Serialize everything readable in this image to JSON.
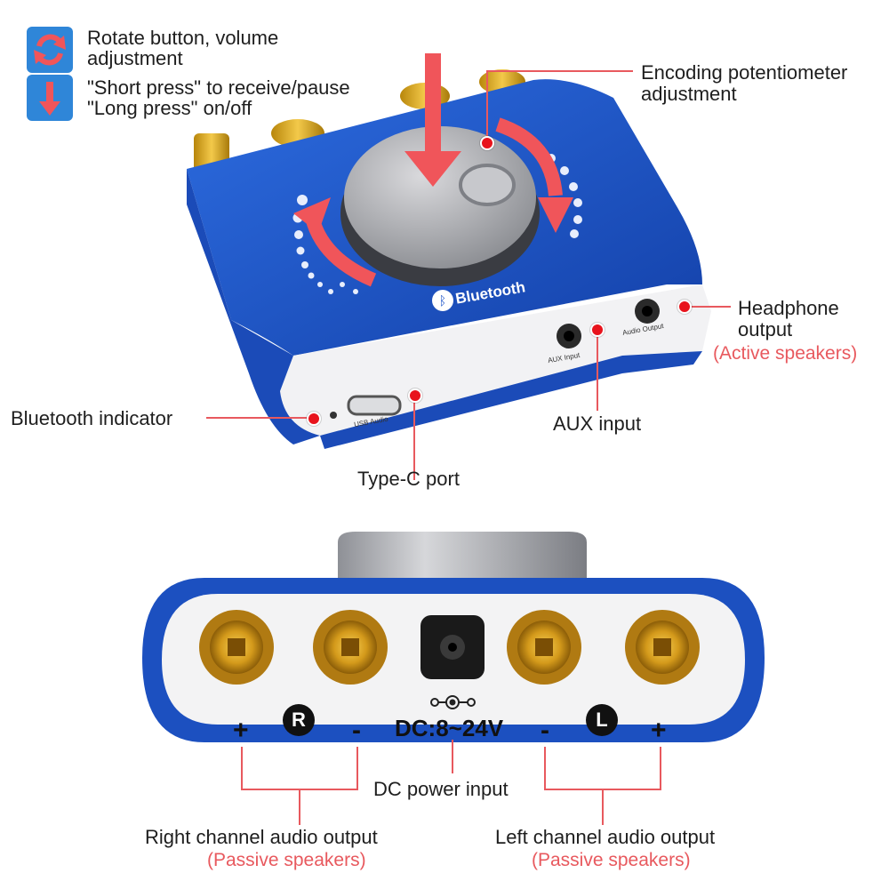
{
  "legend": [
    {
      "icon": "rotate-arrows-icon",
      "line1": "Rotate button, volume",
      "line2": "adjustment"
    },
    {
      "icon": "down-arrow-icon",
      "line1": "\"Short press\" to receive/pause",
      "line2": "\"Long press\" on/off"
    }
  ],
  "device_top": {
    "brand_text": "Bluetooth",
    "usb_label": "USB Audio",
    "aux_label": "AUX Input",
    "audio_out_label": "Audio Output"
  },
  "callouts_top": {
    "encoder": {
      "line1": "Encoding potentiometer",
      "line2": "adjustment"
    },
    "headphone": {
      "line1": "Headphone",
      "line2": "output",
      "note": "(Active speakers)"
    },
    "bluetooth_indicator": "Bluetooth indicator",
    "aux_input": "AUX input",
    "type_c": "Type-C port"
  },
  "device_back": {
    "plus": "+",
    "minus": "-",
    "right_badge": "R",
    "left_badge": "L",
    "dc_label": "DC:8~24V"
  },
  "callouts_bottom": {
    "dc_power": "DC power input",
    "right_channel": {
      "line1": "Right channel audio output",
      "note": "(Passive speakers)"
    },
    "left_channel": {
      "line1": "Left channel audio output",
      "note": "(Passive speakers)"
    }
  },
  "colors": {
    "accent_red": "#e8131c",
    "arrow_red": "#f0555a",
    "body_blue": "#1f55c8",
    "icon_blue": "#2f86d8",
    "note_red": "#e8595e"
  }
}
